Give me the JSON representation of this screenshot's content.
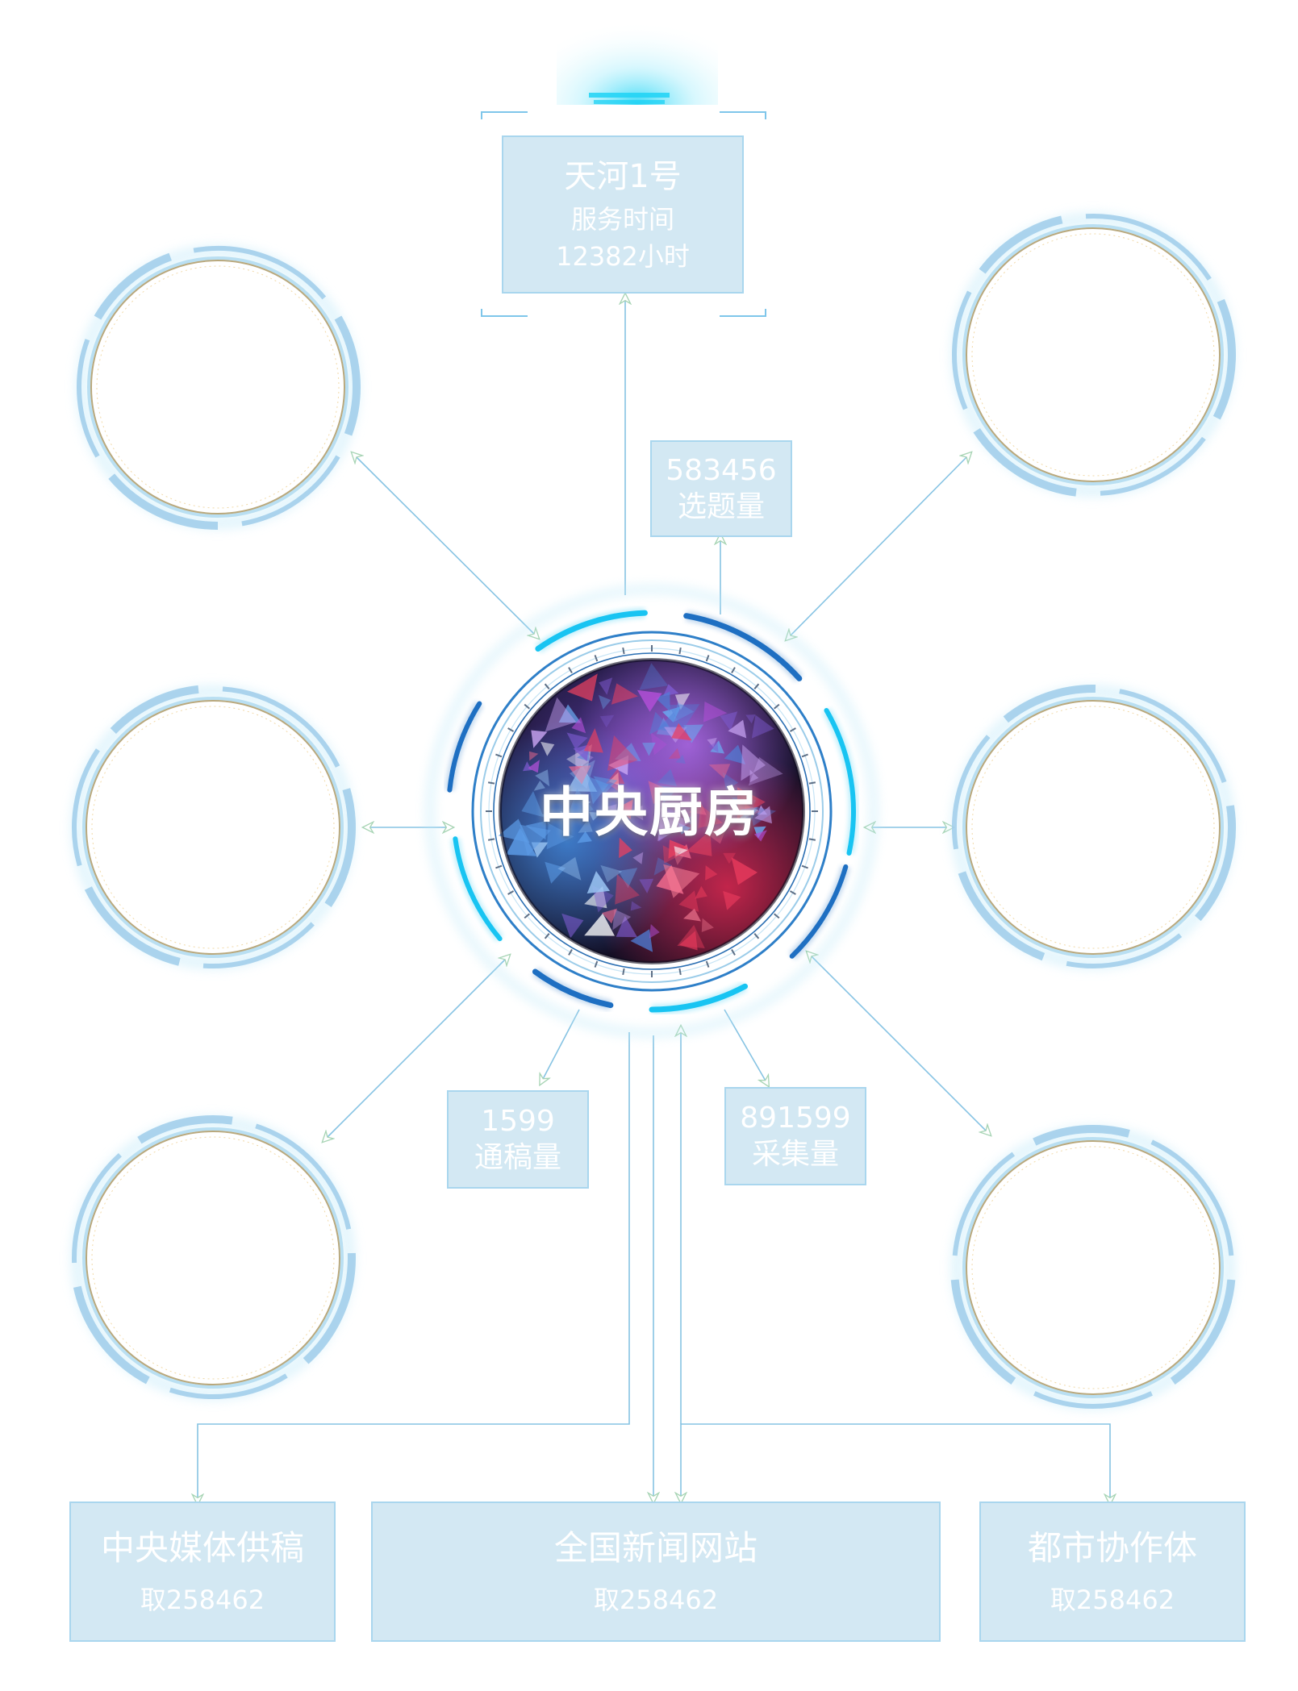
{
  "center": {
    "title": "中央厨房"
  },
  "top_box": {
    "name": "天河1号",
    "label": "服务时间",
    "value": "12382小时"
  },
  "stats": {
    "topic": {
      "value": "583456",
      "label": "选题量"
    },
    "general": {
      "value": "1599",
      "label": "通稿量"
    },
    "collect": {
      "value": "891599",
      "label": "采集量"
    }
  },
  "bottom_boxes": [
    {
      "title": "中央媒体供稿",
      "value": "取258462"
    },
    {
      "title": "全国新闻网站",
      "value": "取258462"
    },
    {
      "title": "都市协作体",
      "value": "取258462"
    }
  ],
  "colors": {
    "box_fill": "#d3e8f3",
    "line": "#86c3e3",
    "accent_cyan": "#19c4f2",
    "accent_blue": "#1f6fc2",
    "ring_gold": "#b9a87c"
  }
}
